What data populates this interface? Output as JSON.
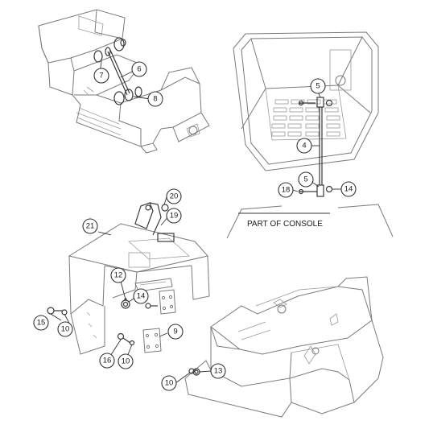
{
  "callouts": [
    {
      "id": "c6a",
      "label": "6"
    },
    {
      "id": "c7",
      "label": "7"
    },
    {
      "id": "c8",
      "label": "8"
    },
    {
      "id": "c5a",
      "label": "5"
    },
    {
      "id": "c4",
      "label": "4"
    },
    {
      "id": "c5b",
      "label": "5"
    },
    {
      "id": "c18",
      "label": "18"
    },
    {
      "id": "c14a",
      "label": "14"
    },
    {
      "id": "c20",
      "label": "20"
    },
    {
      "id": "c21",
      "label": "21"
    },
    {
      "id": "c19",
      "label": "19"
    },
    {
      "id": "c12",
      "label": "12"
    },
    {
      "id": "c14b",
      "label": "14"
    },
    {
      "id": "c15",
      "label": "15"
    },
    {
      "id": "c10a",
      "label": "10"
    },
    {
      "id": "c9",
      "label": "9"
    },
    {
      "id": "c16",
      "label": "16"
    },
    {
      "id": "c10b",
      "label": "10"
    },
    {
      "id": "c13",
      "label": "13"
    },
    {
      "id": "c10c",
      "label": "10"
    }
  ],
  "note": "PART OF CONSOLE"
}
